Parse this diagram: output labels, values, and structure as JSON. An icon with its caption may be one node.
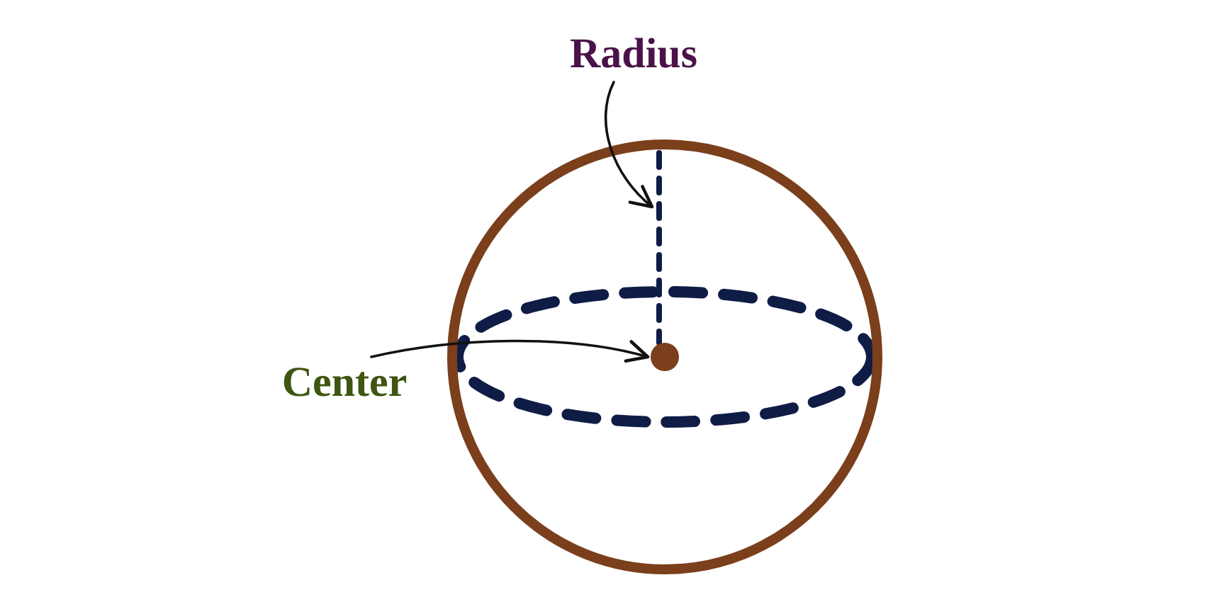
{
  "diagram": {
    "nodes": [
      {
        "text": [
          "Radius"
        ]
      },
      {
        "text": [],
        "shape": "line"
      },
      {
        "text": [
          "Center"
        ]
      },
      {
        "text": [],
        "shape": "circle"
      }
    ],
    "edges": [
      {
        "from": 0,
        "to": 1,
        "arrow": "to"
      },
      {
        "from": 2,
        "to": 3,
        "arrow": "to"
      }
    ]
  }
}
